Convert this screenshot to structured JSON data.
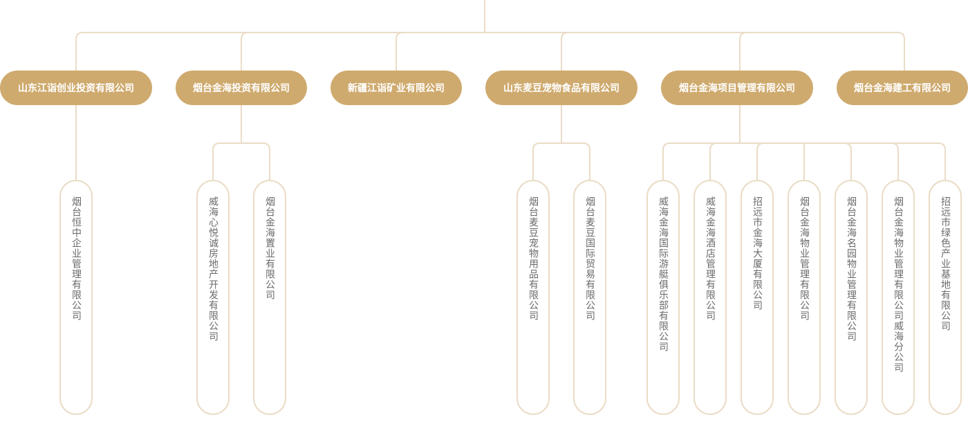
{
  "colors": {
    "node_fill": "#cfaa6e",
    "line": "#eadcc6",
    "child_text": "#6a6a6a"
  },
  "companies": [
    {
      "name": "山东江诣创业投资有限公司",
      "children": [
        "烟台恒中企业管理有限公司"
      ]
    },
    {
      "name": "烟台金海投资有限公司",
      "children": [
        "威海心悦诚房地产开发有限公司",
        "烟台金海置业有限公司"
      ]
    },
    {
      "name": "新疆江诣矿业有限公司",
      "children": []
    },
    {
      "name": "山东麦豆宠物食品有限公司",
      "children": [
        "烟台麦豆宠物用品有限公司",
        "烟台麦豆国际贸易有限公司"
      ]
    },
    {
      "name": "烟台金海项目管理有限公司",
      "children": [
        "威海金海国际游艇俱乐部有限公司",
        "威海金海酒店管理有限公司",
        "招远市金海大厦有限公司",
        "烟台金海物业管理有限公司",
        "烟台金海名园物业管理有限公司",
        "烟台金海物业管理有限公司威海分公司",
        "招远市绿色产业基地有限公司"
      ]
    },
    {
      "name": "烟台金海建工有限公司",
      "children": []
    }
  ]
}
